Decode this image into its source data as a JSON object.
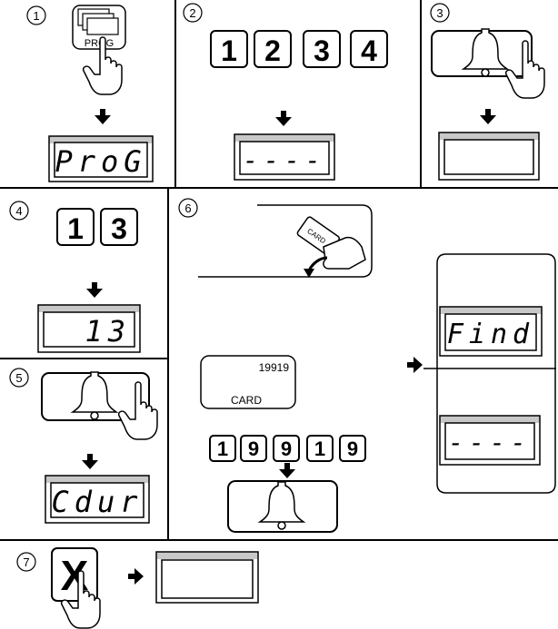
{
  "steps": {
    "s1": {
      "number": "1",
      "button_label": "PROG",
      "display": "ProG"
    },
    "s2": {
      "number": "2",
      "keys": [
        "1",
        "2",
        "3",
        "4"
      ],
      "display": "----"
    },
    "s3": {
      "number": "3",
      "display": ""
    },
    "s4": {
      "number": "4",
      "keys": [
        "1",
        "3"
      ],
      "display": "13"
    },
    "s5": {
      "number": "5",
      "display": "Cdur"
    },
    "s6": {
      "number": "6",
      "card_text": "CARD",
      "card_number": "19919",
      "card_label": "CARD",
      "keys": [
        "1",
        "9",
        "9",
        "1",
        "9"
      ],
      "display_top": "Find",
      "display_bottom": "----"
    },
    "s7": {
      "number": "7",
      "key_label": "X",
      "display": ""
    }
  },
  "icons": [
    "hand-pointer-icon",
    "bell-icon",
    "down-arrow-icon",
    "right-arrow-icon",
    "card-swipe-icon",
    "prog-button-icon"
  ]
}
